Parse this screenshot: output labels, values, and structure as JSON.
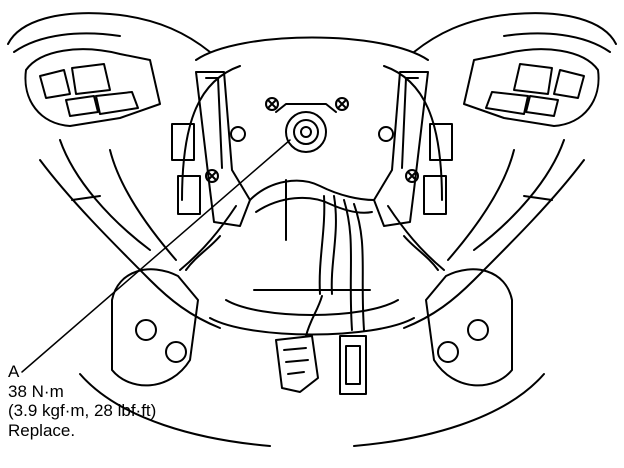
{
  "callout": {
    "letter": "A",
    "torque_nm": "38 N·m",
    "torque_alt": "(3.9 kgf·m, 28 lbf·ft)",
    "instruction": "Replace."
  },
  "colors": {
    "line": "#000000",
    "background": "#ffffff"
  }
}
